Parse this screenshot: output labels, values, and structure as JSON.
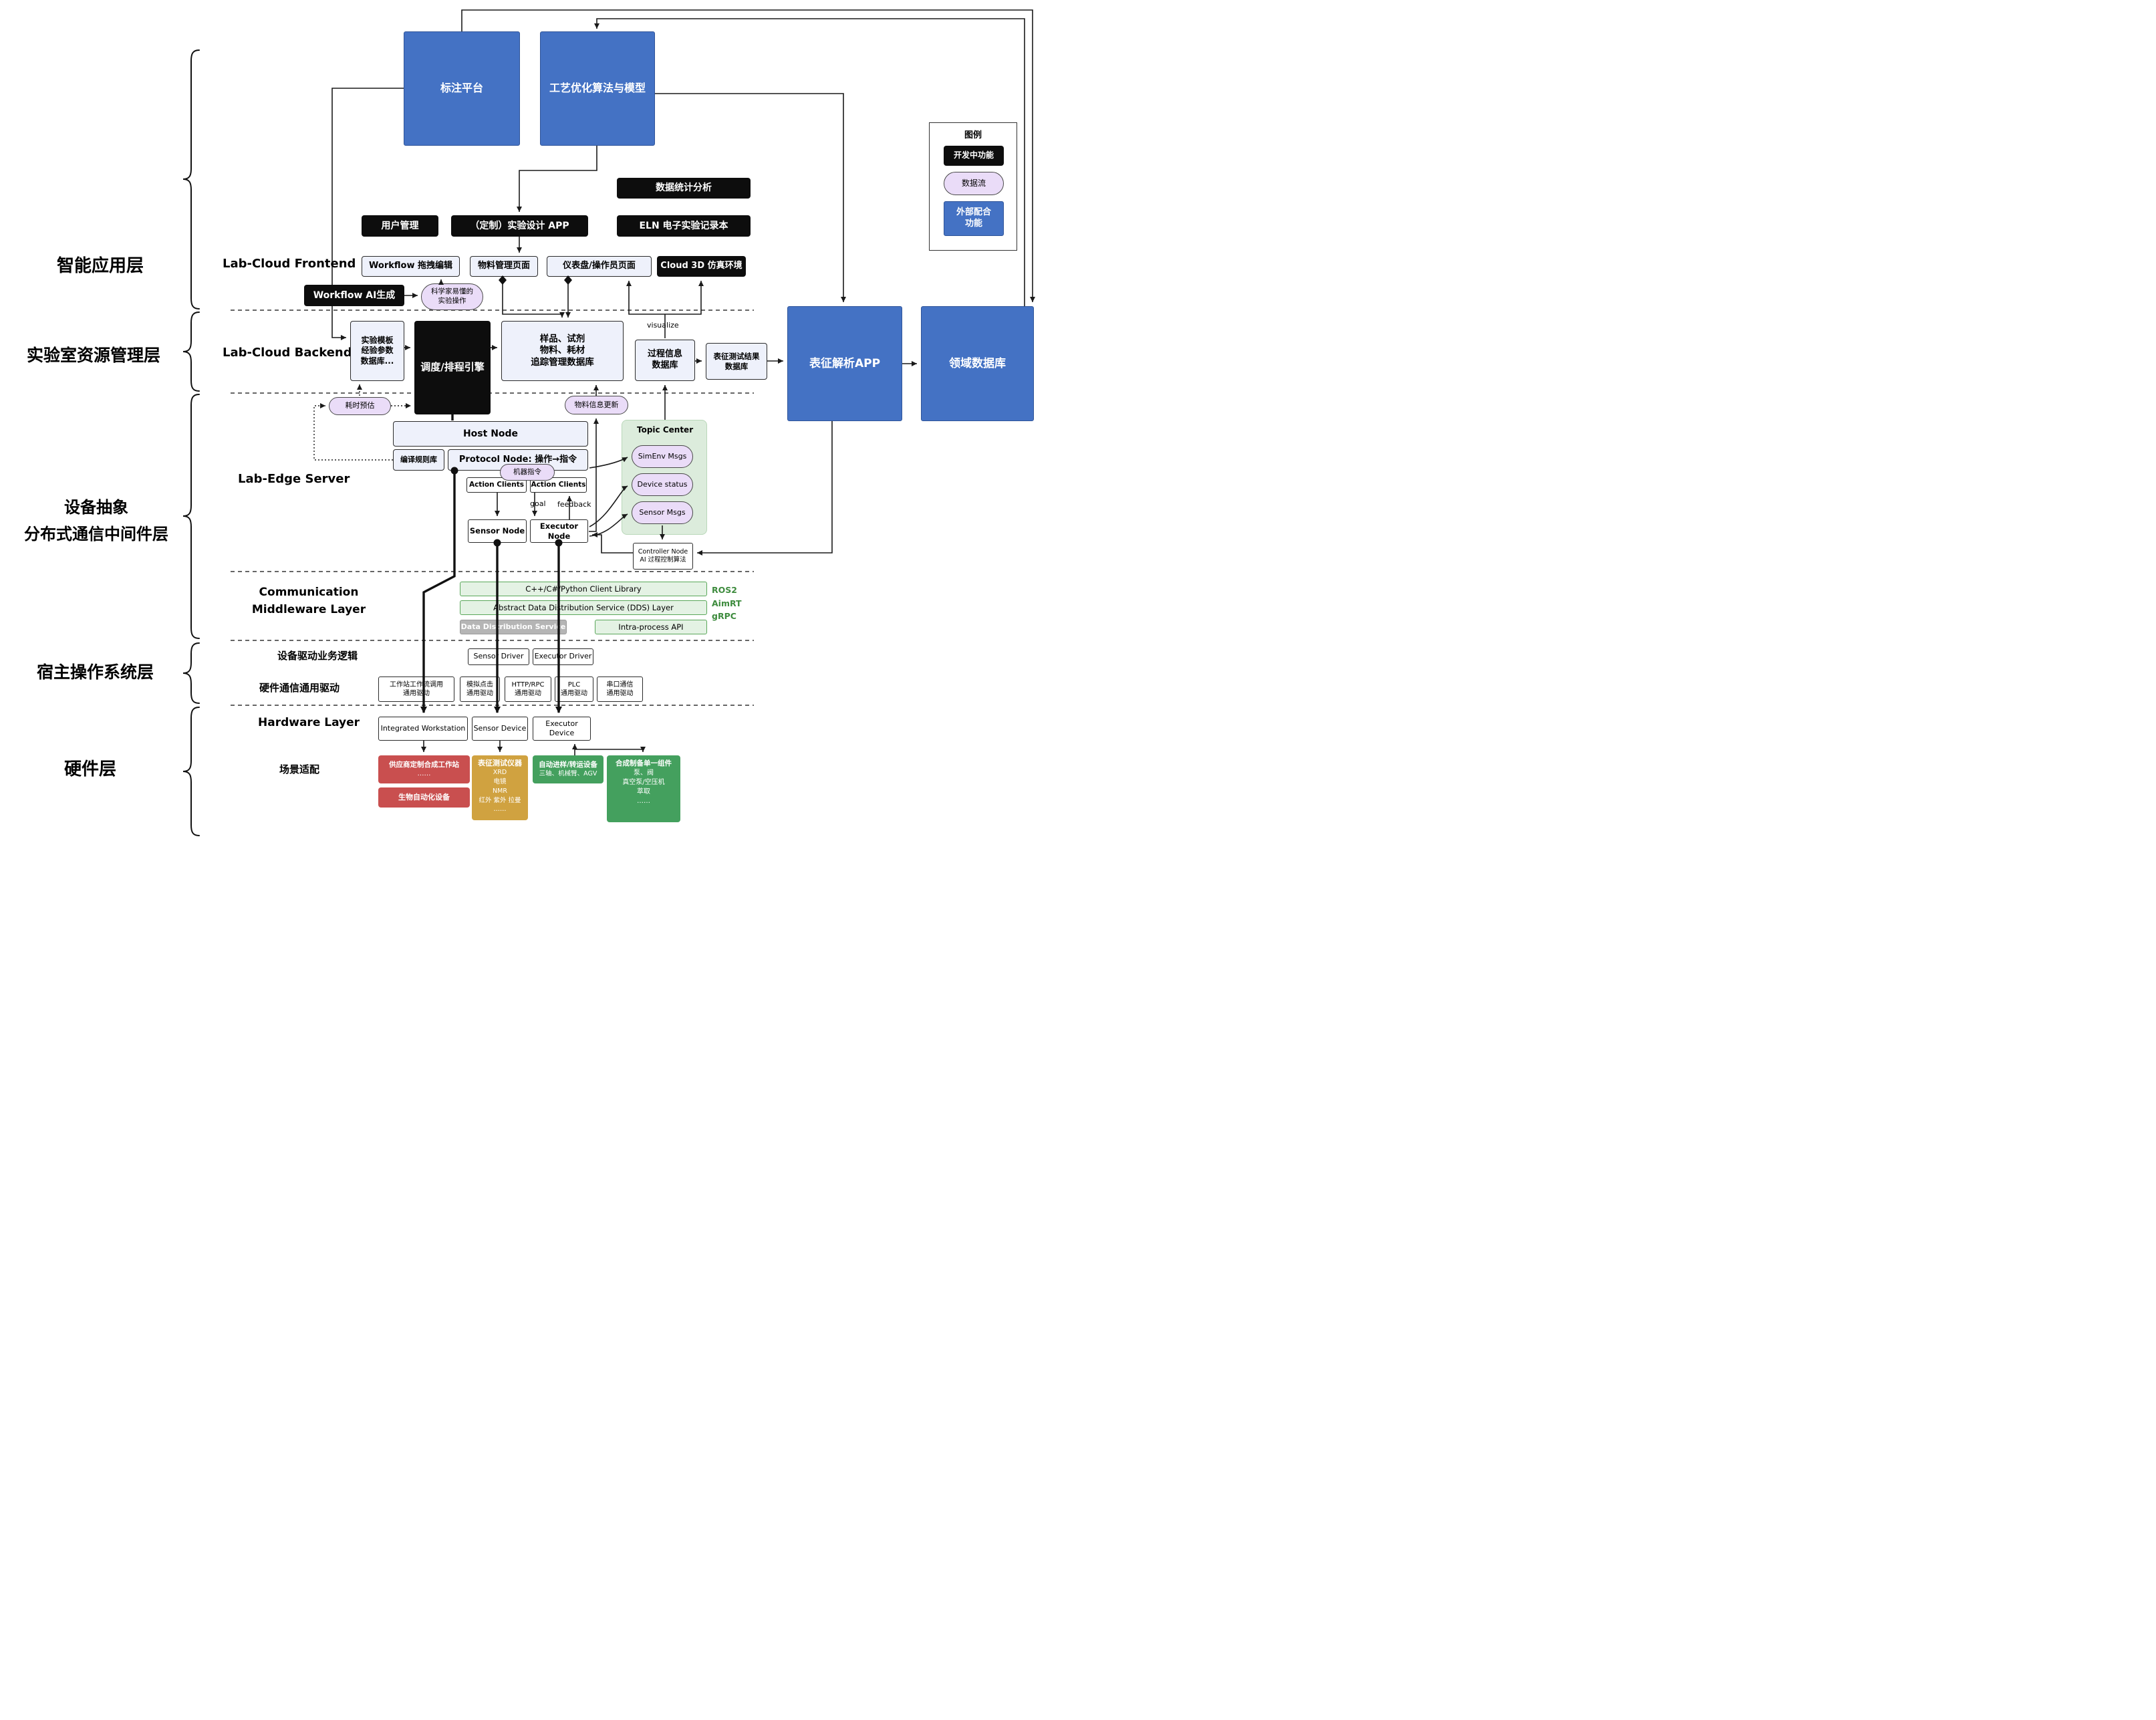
{
  "layer_labels": {
    "app": "智能应用层",
    "resource": "实验室资源管理层",
    "middleware": "设备抽象\n分布式通信中间件层",
    "host_os": "宿主操作系统层",
    "hardware": "硬件层"
  },
  "legend": {
    "title": "图例",
    "in_development": "开发中功能",
    "data_flow": "数据流",
    "external": "外部配合\n功能"
  },
  "top_boxes": {
    "annotation_platform": "标注平台",
    "process_optimization": "工艺优化算法与模型"
  },
  "frontend": {
    "section_label": "Lab-Cloud Frontend",
    "data_statistics": "数据统计分析",
    "user_management": "用户管理",
    "custom_experiment_app": "（定制）实验设计 APP",
    "eln": "ELN 电子实验记录本",
    "workflow_editor": "Workflow 拖拽编辑",
    "material_page": "物料管理页面",
    "dashboard_page": "仪表盘/操作员页面",
    "cloud_3d": "Cloud 3D 仿真环境",
    "workflow_ai": "Workflow AI生成",
    "scientist_ops": "科学家易懂的\n实验操作"
  },
  "backend": {
    "section_label": "Lab-Cloud Backend",
    "template_db": "实验模板\n经验参数\n数据库...",
    "scheduler": "调度/排程引擎",
    "sample_db": "样品、试剂\n物料、耗材\n追踪管理数据库",
    "visualize": "visualize",
    "process_db": "过程信息\n数据库",
    "char_result_db": "表征测试结果\n数据库",
    "char_app": "表征解析APP",
    "domain_db": "领域数据库",
    "time_estimate": "耗时预估",
    "material_update": "物料信息更新"
  },
  "edge": {
    "section_label": "Lab-Edge Server",
    "host_node": "Host Node",
    "compile_rules": "编译规则库",
    "protocol_node": "Protocol Node: 操作→指令",
    "machine_instruction": "机器指令",
    "action_clients_1": "Action Clients",
    "action_clients_2": "Action Clients",
    "goal": "goal",
    "feedback": "feedback",
    "sensor_node": "Sensor Node",
    "executor_node": "Executor Node",
    "topic_center": {
      "title": "Topic Center",
      "simenv": "SimEnv Msgs",
      "device_status": "Device status",
      "sensor_msgs": "Sensor Msgs"
    },
    "controller_node": "Controller Node\nAI 过程控制算法"
  },
  "comm": {
    "section_label": "Communication\nMiddleware Layer",
    "client_lib": "C++/C#/Python Client Library",
    "dds_layer": "Abstract Data Distribution Service (DDS) Layer",
    "dds_service": "Data Distribution Service",
    "intra_api": "Intra-process API",
    "stack": [
      "ROS2",
      "AimRT",
      "gRPC"
    ]
  },
  "host_os": {
    "driver_logic_label": "设备驱动业务逻辑",
    "sensor_driver": "Sensor Driver",
    "executor_driver": "Executor Driver",
    "generic_driver_label": "硬件通信通用驱动",
    "drivers": [
      "工作站工作流调用\n通用驱动",
      "模拟点击\n通用驱动",
      "HTTP/RPC\n通用驱动",
      "PLC\n通用驱动",
      "串口通信\n通用驱动"
    ]
  },
  "hardware": {
    "section_label": "Hardware Layer",
    "devices": [
      "Integrated Workstation",
      "Sensor Device",
      "Executor Device"
    ],
    "scenario_label": "场景适配",
    "scenarios": [
      {
        "title": "供应商定制合成工作站",
        "body": "……"
      },
      {
        "title": "生物自动化设备",
        "body": ""
      },
      {
        "title": "表征测试仪器",
        "body": "XRD\n电镜\nNMR\n红外 紫外 拉曼\n……"
      },
      {
        "title": "自动进样/转运设备",
        "body": "三轴、机械臂、AGV"
      },
      {
        "title": "合成制备单一组件",
        "body": "泵、阀\n真空泵/空压机\n萃取\n……"
      }
    ]
  },
  "colors": {
    "accent_blue": "#4472c4",
    "black_box": "#0d0d0d",
    "purple_pill": "#eadcf8",
    "topic_green": "#dcecdc",
    "bar_green": "#e4f2e4",
    "gray_bar": "#b5b5b5",
    "red_box": "#c94f4f",
    "gold_box": "#d0a240",
    "green_box": "#44a05e",
    "stack_text_green": "#3d8b3d"
  }
}
